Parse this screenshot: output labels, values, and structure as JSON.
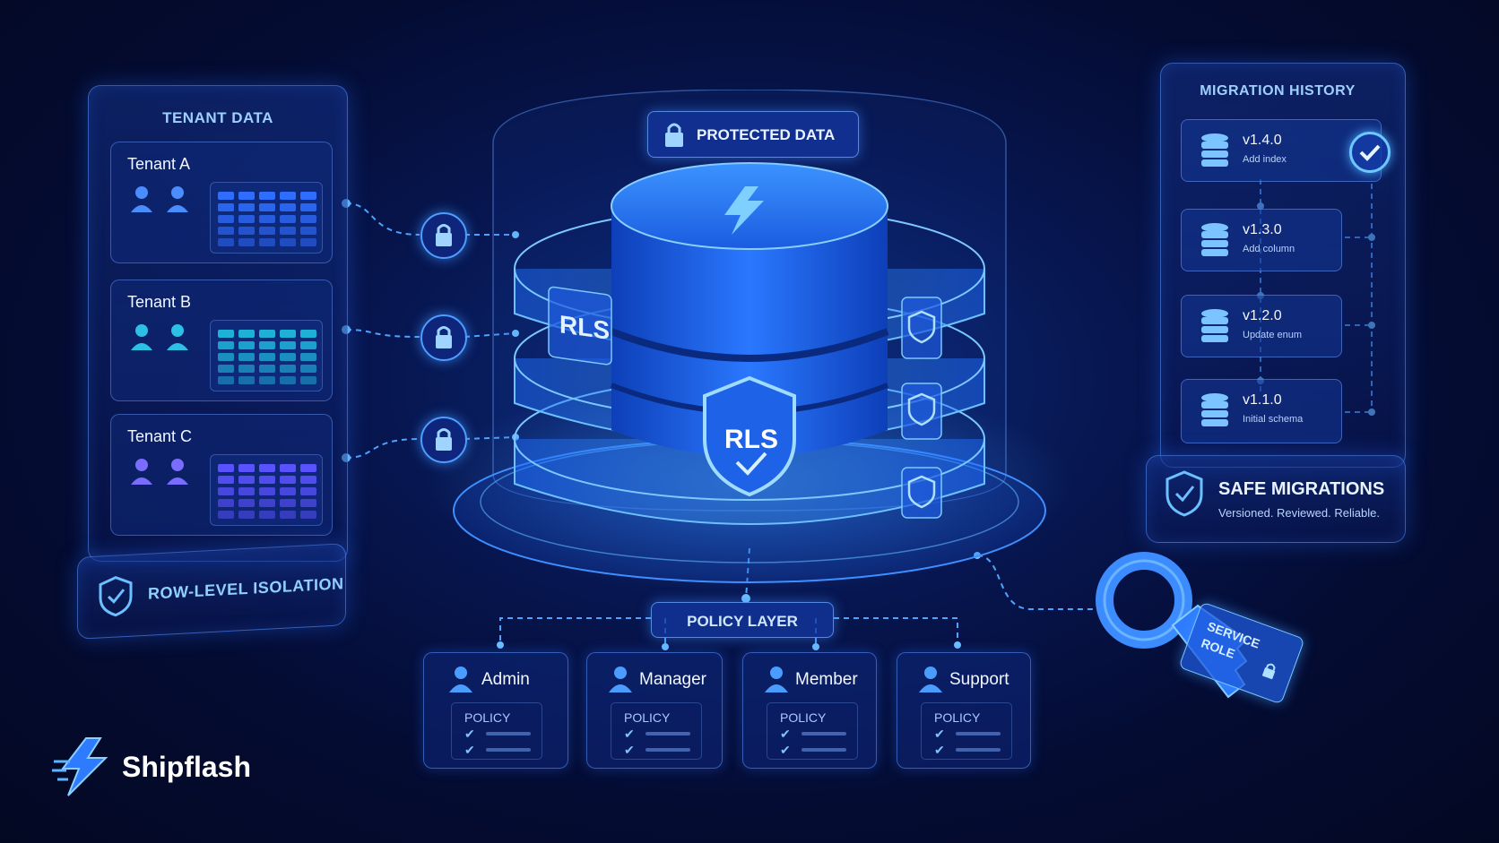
{
  "tenant_panel": {
    "heading": "TENANT DATA",
    "tenants": [
      {
        "label": "Tenant A",
        "color": "#2f6dff"
      },
      {
        "label": "Tenant B",
        "color": "#1fb0d8"
      },
      {
        "label": "Tenant C",
        "color": "#5a52ff"
      }
    ],
    "badge": "ROW-LEVEL ISOLATION"
  },
  "center": {
    "protected_label": "PROTECTED DATA",
    "rls_side_label": "RLS",
    "rls_shield_label": "RLS",
    "policy_layer": "POLICY LAYER"
  },
  "roles": [
    {
      "name": "Admin",
      "policy": "POLICY"
    },
    {
      "name": "Manager",
      "policy": "POLICY"
    },
    {
      "name": "Member",
      "policy": "POLICY"
    },
    {
      "name": "Support",
      "policy": "POLICY"
    }
  ],
  "migration_panel": {
    "heading": "MIGRATION HISTORY",
    "items": [
      {
        "version": "v1.4.0",
        "desc": "Add index"
      },
      {
        "version": "v1.3.0",
        "desc": "Add column"
      },
      {
        "version": "v1.2.0",
        "desc": "Update enum"
      },
      {
        "version": "v1.1.0",
        "desc": "Initial schema"
      }
    ],
    "safe_title": "SAFE MIGRATIONS",
    "safe_sub": "Versioned. Reviewed. Reliable."
  },
  "key": {
    "line1": "SERVICE",
    "line2": "ROLE"
  },
  "brand": {
    "name": "Shipflash",
    "icon": "lightning-logo-icon"
  },
  "colors": {
    "accent": "#3d8bff",
    "glow": "#5fb4ff"
  }
}
